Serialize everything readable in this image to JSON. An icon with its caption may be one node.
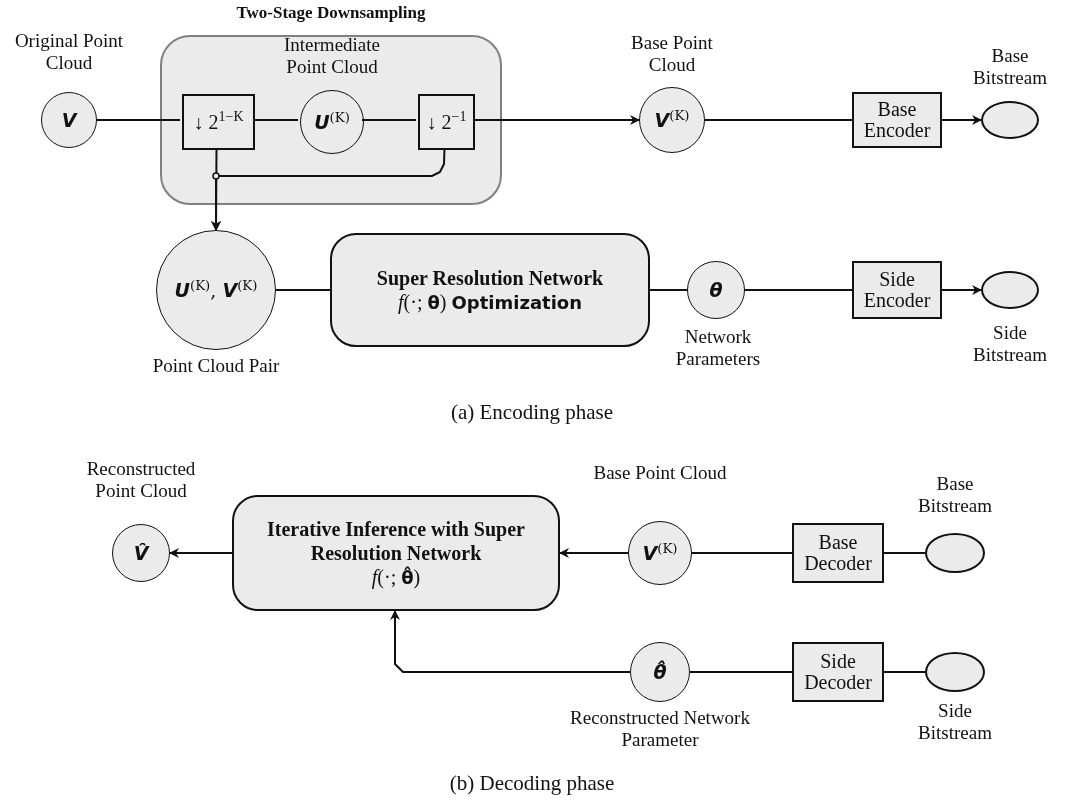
{
  "diagram": {
    "nodes": [
      {
        "text": [
          "Two-Stage Downsampling"
        ]
      },
      {
        "text": [
          "**V**"
        ],
        "beside": [
          "Original Point Cloud"
        ]
      },
      {
        "text": [
          "↓ 2$^{1−K}$"
        ],
        "in": 0
      },
      {
        "text": [
          "**U**$^{(K)}$"
        ],
        "in": 0,
        "beside": [
          "Intermediate Point Cloud"
        ]
      },
      {
        "text": [
          "↓ 2$^{−1}$"
        ],
        "in": 0
      },
      {
        "text": [
          "**V**$^{(K)}$"
        ],
        "beside": [
          "Base Point Cloud"
        ]
      },
      {
        "text": [
          "Base Encoder"
        ]
      },
      {
        "text": [],
        "shape": "ellipse",
        "beside": [
          "Base Bitstream"
        ]
      },
      {
        "text": [
          "**U**$^{(K)}$, **V**$^{(K)}$"
        ],
        "beside": [
          "Point Cloud Pair"
        ]
      },
      {
        "text": [
          "Super Resolution Network",
          "*f*(·; **θ**) **Optimization**"
        ]
      },
      {
        "text": [
          "**θ**"
        ],
        "beside": [
          "Network Parameters"
        ]
      },
      {
        "text": [
          "Side Encoder"
        ]
      },
      {
        "text": [],
        "shape": "ellipse",
        "beside": [
          "Side Bitstream"
        ]
      },
      {
        "text": [
          "**V̂**"
        ],
        "beside": [
          "Reconstructed Point Cloud"
        ]
      },
      {
        "text": [
          "Iterative Inference with Super Resolution Network",
          "*f*(·; **θ̂**)"
        ]
      },
      {
        "text": [
          "**V**$^{(K)}$"
        ],
        "beside": [
          "Base Point Cloud"
        ]
      },
      {
        "text": [
          "Base Decoder"
        ]
      },
      {
        "text": [],
        "shape": "ellipse",
        "beside": [
          "Base Bitstream"
        ]
      },
      {
        "text": [
          "**θ̂**"
        ],
        "beside": [
          "Reconstructed Network Parameter"
        ]
      },
      {
        "text": [
          "Side Decoder"
        ]
      },
      {
        "text": [],
        "shape": "ellipse",
        "beside": [
          "Side Bitstream"
        ]
      }
    ],
    "edges": [
      {
        "from": 1,
        "to": 2,
        "arrow": "none"
      },
      {
        "from": 2,
        "to": 3,
        "arrow": "none"
      },
      {
        "from": 3,
        "to": 4,
        "arrow": "none"
      },
      {
        "from": 4,
        "to": 5,
        "arrow": "to"
      },
      {
        "from": 5,
        "to": 6,
        "arrow": "none"
      },
      {
        "from": 6,
        "to": 7,
        "arrow": "to"
      },
      {
        "from": 2,
        "to": 8,
        "arrow": "to"
      },
      {
        "from": 4,
        "to": 8,
        "arrow": "to"
      },
      {
        "from": 8,
        "to": 9,
        "arrow": "none"
      },
      {
        "from": 9,
        "to": 10,
        "arrow": "none"
      },
      {
        "from": 10,
        "to": 11,
        "arrow": "none"
      },
      {
        "from": 11,
        "to": 12,
        "arrow": "to"
      },
      {
        "from": 17,
        "to": 16,
        "arrow": "none"
      },
      {
        "from": 16,
        "to": 15,
        "arrow": "none"
      },
      {
        "from": 15,
        "to": 14,
        "arrow": "to"
      },
      {
        "from": 14,
        "to": 13,
        "arrow": "to"
      },
      {
        "from": 20,
        "to": 19,
        "arrow": "none"
      },
      {
        "from": 19,
        "to": 18,
        "arrow": "none"
      },
      {
        "from": 18,
        "to": 14,
        "arrow": "to"
      }
    ],
    "labels": [
      "(a) Encoding phase",
      "(b) Decoding phase"
    ]
  }
}
